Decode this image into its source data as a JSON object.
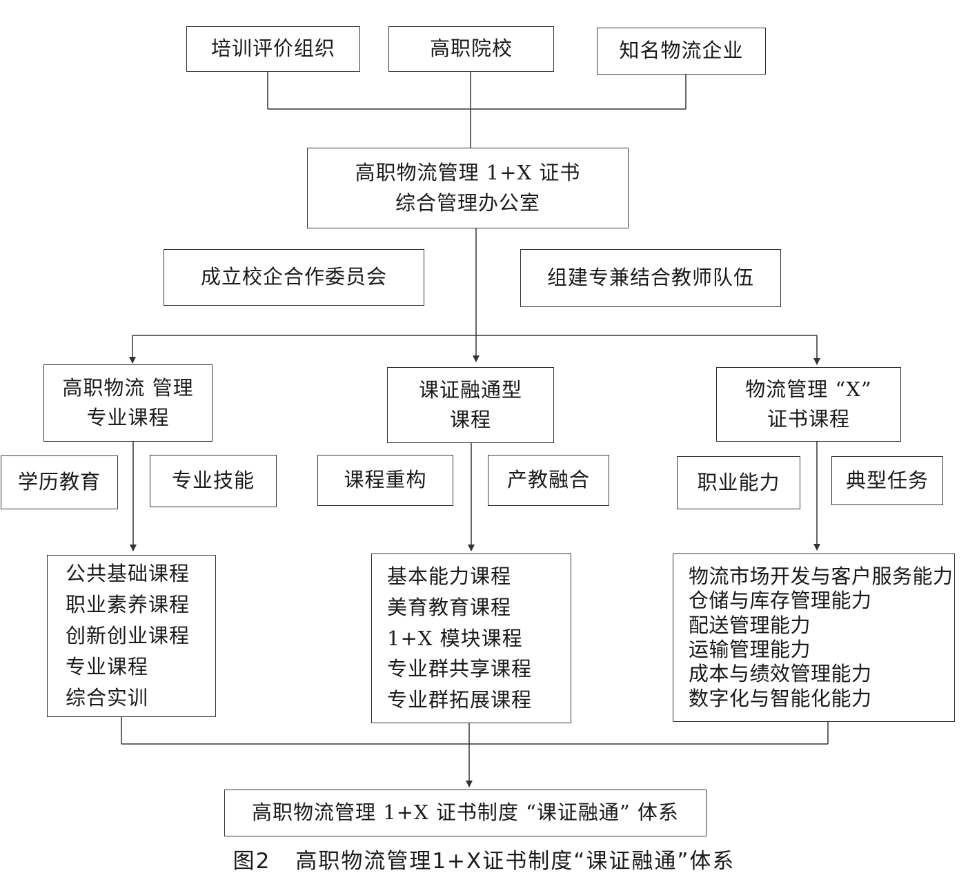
{
  "top_sources": [
    "培训评价组织",
    "高职院校",
    "知名物流企业"
  ],
  "office": {
    "line1": "高职物流管理 1+X 证书",
    "line2": "综合管理办公室"
  },
  "support": {
    "committee": "成立校企合作委员会",
    "teachers": "组建专兼结合教师队伍"
  },
  "branches": {
    "left": {
      "title1": "高职物流 管理",
      "title2": "专业课程",
      "tags": [
        "学历教育",
        "专业技能"
      ],
      "items": [
        "公共基础课程",
        "职业素养课程",
        "创新创业课程",
        "专业课程",
        "综合实训"
      ]
    },
    "middle": {
      "title1": "课证融通型",
      "title2": "课程",
      "tags": [
        "课程重构",
        "产教融合"
      ],
      "items": [
        "基本能力课程",
        "美育教育课程",
        "1+X 模块课程",
        "专业群共享课程",
        "专业群拓展课程"
      ]
    },
    "right": {
      "title1": "物流管理 “X”",
      "title2": "证书课程",
      "tags": [
        "职业能力",
        "典型任务"
      ],
      "items": [
        "物流市场开发与客户服务能力",
        "仓储与库存管理能力",
        "配送管理能力",
        "运输管理能力",
        "成本与绩效管理能力",
        "数字化与智能化能力"
      ]
    }
  },
  "result": "高职物流管理 1+X 证书制度 “课证融通” 体系",
  "caption": {
    "number": "图2",
    "title": "高职物流管理1+X证书制度“课证融通”体系"
  }
}
